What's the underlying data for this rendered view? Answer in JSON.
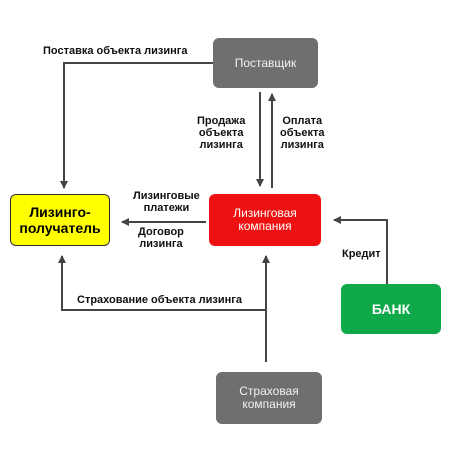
{
  "nodes": {
    "supplier": "Поставщик",
    "lessee": "Лизинго-\nполучатель",
    "leasing_company": "Лизинговая\nкомпания",
    "bank": "БАНК",
    "insurance_company": "Страховая\nкомпания"
  },
  "edges": {
    "delivery": "Поставка объекта лизинга",
    "sale": "Продажа\nобъекта\nлизинга",
    "payment": "Оплата\nобъекта\nлизинга",
    "leasing_payments": "Лизинговые\nплатежи",
    "leasing_contract": "Договор\nлизинга",
    "credit": "Кредит",
    "insurance": "Страхование объекта лизинга"
  },
  "colors": {
    "gray_box": "#6f6f6f",
    "lessee_box": "#ffff00",
    "leasing_box": "#ee1111",
    "bank_box": "#10a94a",
    "arrow": "#444444"
  }
}
